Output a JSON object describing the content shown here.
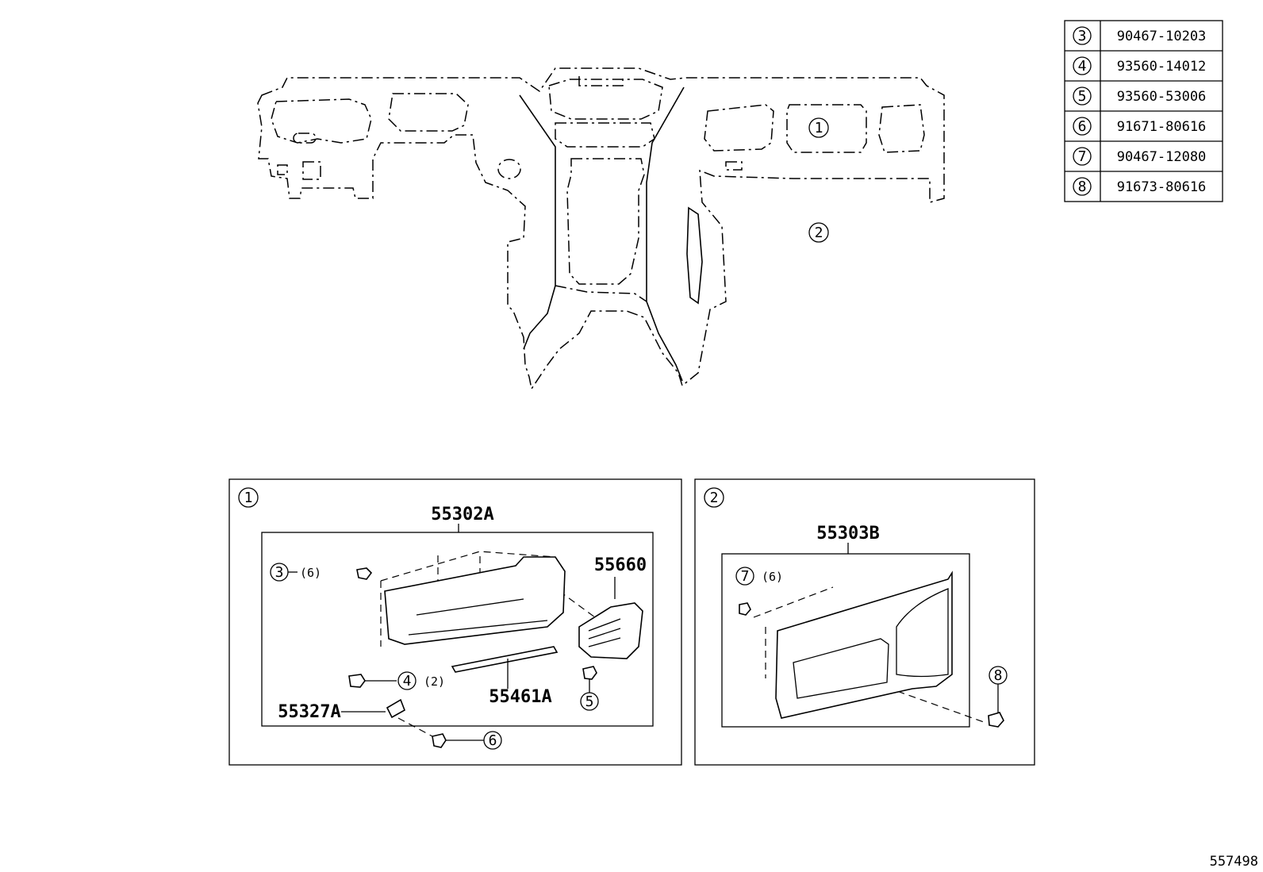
{
  "parts_table": [
    {
      "ref": "3",
      "part_no": "90467-10203"
    },
    {
      "ref": "4",
      "part_no": "93560-14012"
    },
    {
      "ref": "5",
      "part_no": "93560-53006"
    },
    {
      "ref": "6",
      "part_no": "91671-80616"
    },
    {
      "ref": "7",
      "part_no": "90467-12080"
    },
    {
      "ref": "8",
      "part_no": "91673-80616"
    }
  ],
  "overview": {
    "callout_1": "1",
    "callout_2": "2"
  },
  "panel_1": {
    "ref": "1",
    "assembly_part": "55302A",
    "vent_part": "55660",
    "strip_part": "55461A",
    "clip_part": "55327A",
    "fastener_a": {
      "ref": "3",
      "qty": "(6)"
    },
    "fastener_b": {
      "ref": "4",
      "qty": "(2)"
    },
    "fastener_c": {
      "ref": "5"
    },
    "fastener_d": {
      "ref": "6"
    }
  },
  "panel_2": {
    "ref": "2",
    "assembly_part": "55303B",
    "fastener_a": {
      "ref": "7",
      "qty": "(6)"
    },
    "fastener_b": {
      "ref": "8"
    }
  },
  "illustration_id": "557498"
}
